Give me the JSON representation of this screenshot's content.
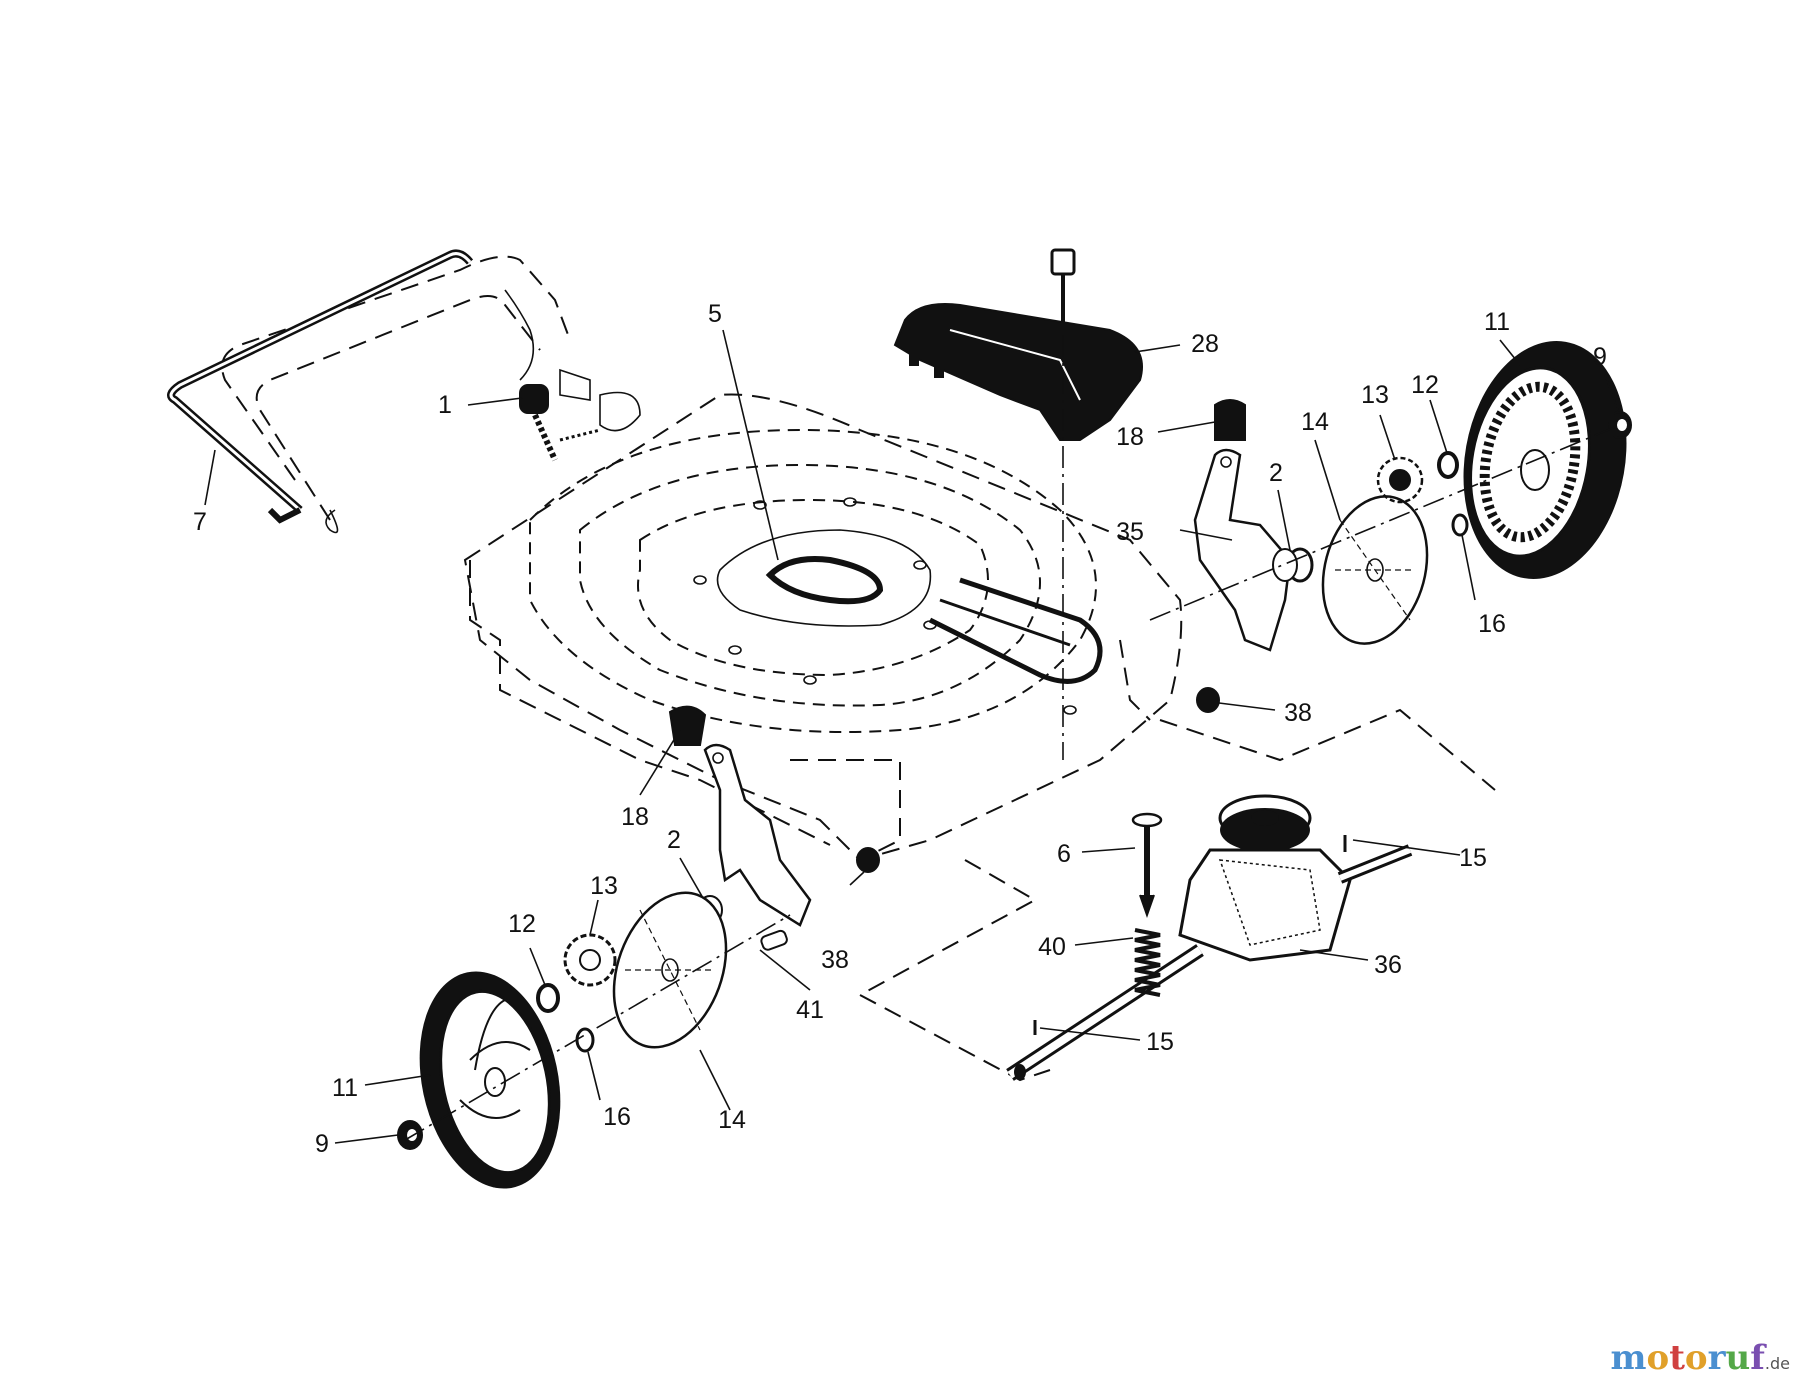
{
  "callouts": [
    {
      "id": "c1",
      "text": "1"
    },
    {
      "id": "c7",
      "text": "7"
    },
    {
      "id": "c5",
      "text": "5"
    },
    {
      "id": "c28",
      "text": "28"
    },
    {
      "id": "c18a",
      "text": "18"
    },
    {
      "id": "c35",
      "text": "35"
    },
    {
      "id": "c2a",
      "text": "2"
    },
    {
      "id": "c14a",
      "text": "14"
    },
    {
      "id": "c13a",
      "text": "13"
    },
    {
      "id": "c12a",
      "text": "12"
    },
    {
      "id": "c11a",
      "text": "11"
    },
    {
      "id": "c9a",
      "text": "9"
    },
    {
      "id": "c16a",
      "text": "16"
    },
    {
      "id": "c38a",
      "text": "38"
    },
    {
      "id": "c18b",
      "text": "18"
    },
    {
      "id": "c2b",
      "text": "2"
    },
    {
      "id": "c13b",
      "text": "13"
    },
    {
      "id": "c12b",
      "text": "12"
    },
    {
      "id": "c38b",
      "text": "38"
    },
    {
      "id": "c41",
      "text": "41"
    },
    {
      "id": "c11b",
      "text": "11"
    },
    {
      "id": "c16b",
      "text": "16"
    },
    {
      "id": "c14b",
      "text": "14"
    },
    {
      "id": "c9b",
      "text": "9"
    },
    {
      "id": "c6",
      "text": "6"
    },
    {
      "id": "c15a",
      "text": "15"
    },
    {
      "id": "c40",
      "text": "40"
    },
    {
      "id": "c36",
      "text": "36"
    },
    {
      "id": "c15b",
      "text": "15"
    }
  ],
  "watermark": {
    "m": "m",
    "o1": "o",
    "t": "t",
    "o2": "o",
    "r": "r",
    "u": "u",
    "f": "f",
    "de": ".de"
  }
}
